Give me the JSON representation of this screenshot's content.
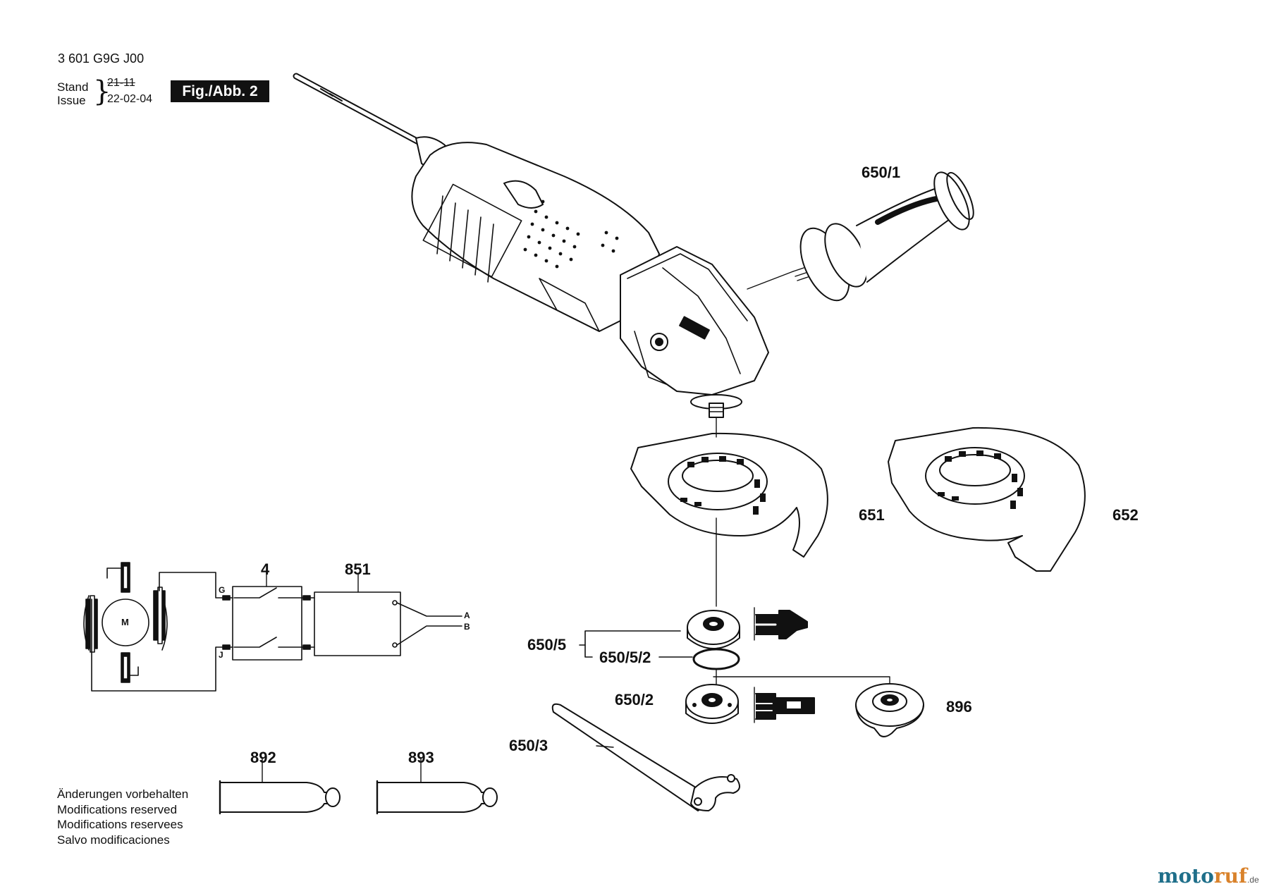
{
  "header": {
    "doc_number": "3 601 G9G J00",
    "stand_label": "Stand",
    "issue_label": "Issue",
    "brace": "}",
    "date_old": "21-11",
    "date_new": "22-02-04",
    "figure_label": "Fig./Abb. 2"
  },
  "parts": {
    "p650_1": "650/1",
    "p651": "651",
    "p652": "652",
    "p650_5": "650/5",
    "p650_5_2": "650/5/2",
    "p650_2": "650/2",
    "p896": "896",
    "p650_3": "650/3",
    "p892": "892",
    "p893": "893",
    "p4": "4",
    "p851": "851"
  },
  "wiring": {
    "motor": "M",
    "g": "G",
    "j": "J",
    "a": "A",
    "b": "B"
  },
  "notes": [
    "Änderungen vorbehalten",
    "Modifications reserved",
    "Modifications reservees",
    "Salvo modificaciones"
  ],
  "watermark": {
    "part1": "moto",
    "part2": "ruf",
    "tld": ".de"
  }
}
